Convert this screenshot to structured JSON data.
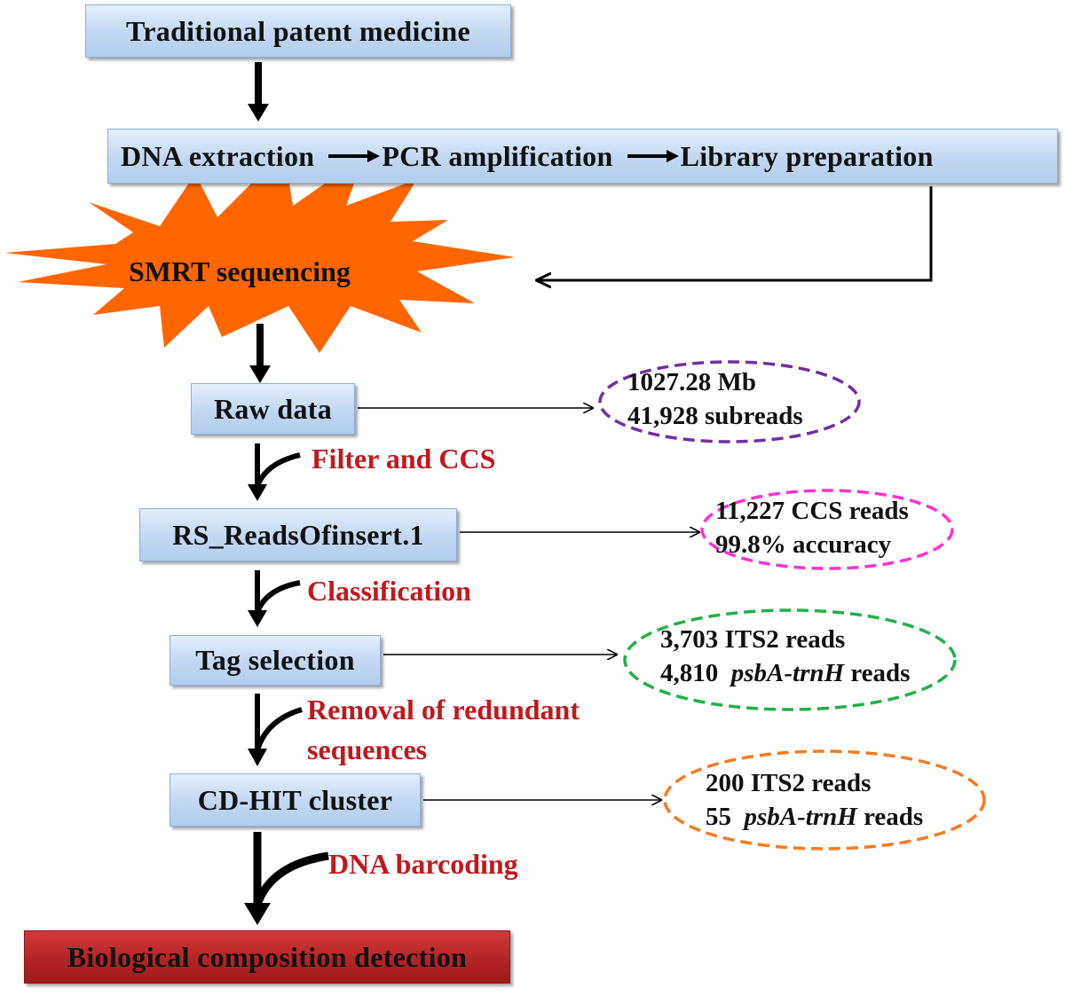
{
  "nodes": {
    "traditional": "Traditional patent medicine",
    "dna_extraction": "DNA extraction",
    "pcr_amplification": "PCR amplification",
    "library_preparation": "Library preparation",
    "smrt_sequencing": "SMRT sequencing",
    "raw_data": "Raw data",
    "reads_of_insert": "RS_ReadsOfinsert.1",
    "tag_selection": "Tag selection",
    "cdhit": "CD-HIT cluster",
    "final": "Biological composition detection"
  },
  "steps": {
    "filter_ccs": "Filter and CCS",
    "classification": "Classification",
    "removal_line1": "Removal of redundant",
    "removal_line2": "sequences",
    "dna_barcoding": "DNA barcoding"
  },
  "stats": {
    "raw": {
      "line1": "1027.28  Mb",
      "line2": "41,928 subreads",
      "color": "#7030a0"
    },
    "ccs": {
      "line1": "11,227  CCS reads",
      "line2": "99.8%  accuracy",
      "color": "#ff33cc"
    },
    "tags": {
      "line1": "3,703  ITS2 reads",
      "line2_count": "4,810",
      "line2_gene": "psbA-trnH",
      "line2_suffix": "reads",
      "color": "#22b14c"
    },
    "clusters": {
      "line1": "200  ITS2 reads",
      "line2_count": "55",
      "line2_gene": "psbA-trnH",
      "line2_suffix": "reads",
      "color": "#f47c20"
    }
  },
  "colors": {
    "box_fill": "#c6daf2",
    "box_border": "#8eaed6",
    "star_fill": "#ff6600",
    "step_label": "#c0191d",
    "final_fill": "#b42424"
  }
}
